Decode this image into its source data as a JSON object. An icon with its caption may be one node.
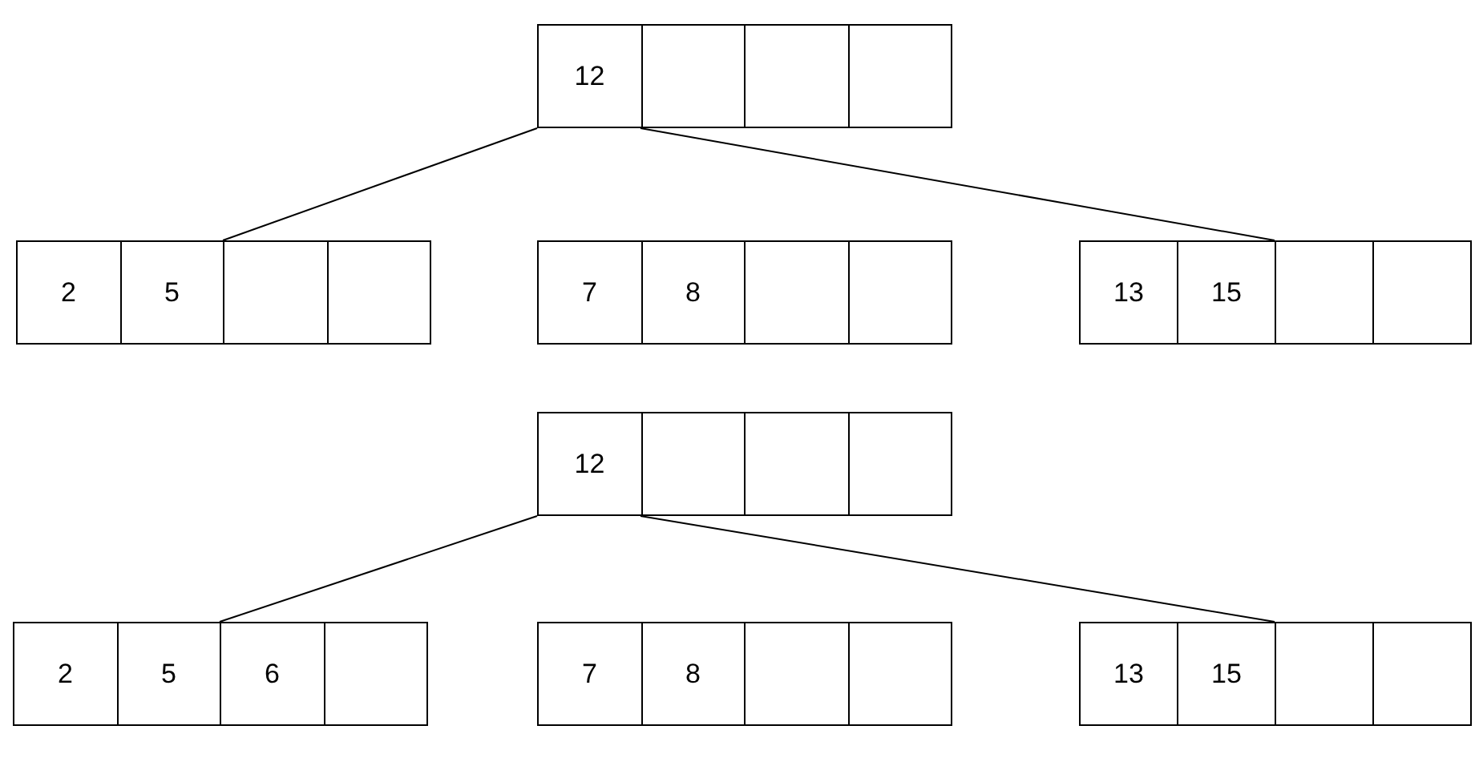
{
  "diagram": {
    "nodes": [
      {
        "text": [
          "12"
        ]
      },
      {
        "text": [
          "2",
          "5"
        ]
      },
      {
        "text": [
          "7",
          "8"
        ]
      },
      {
        "text": [
          "13",
          "15"
        ]
      },
      {
        "text": [
          "12"
        ]
      },
      {
        "text": [
          "2",
          "5",
          "6"
        ]
      },
      {
        "text": [
          "7",
          "8"
        ]
      },
      {
        "text": [
          "13",
          "15"
        ]
      }
    ],
    "edges": [
      {
        "from": 0,
        "to": 1,
        "arrow": "none"
      },
      {
        "from": 0,
        "to": 3,
        "arrow": "none"
      },
      {
        "from": 4,
        "to": 5,
        "arrow": "none"
      },
      {
        "from": 4,
        "to": 7,
        "arrow": "none"
      }
    ]
  }
}
